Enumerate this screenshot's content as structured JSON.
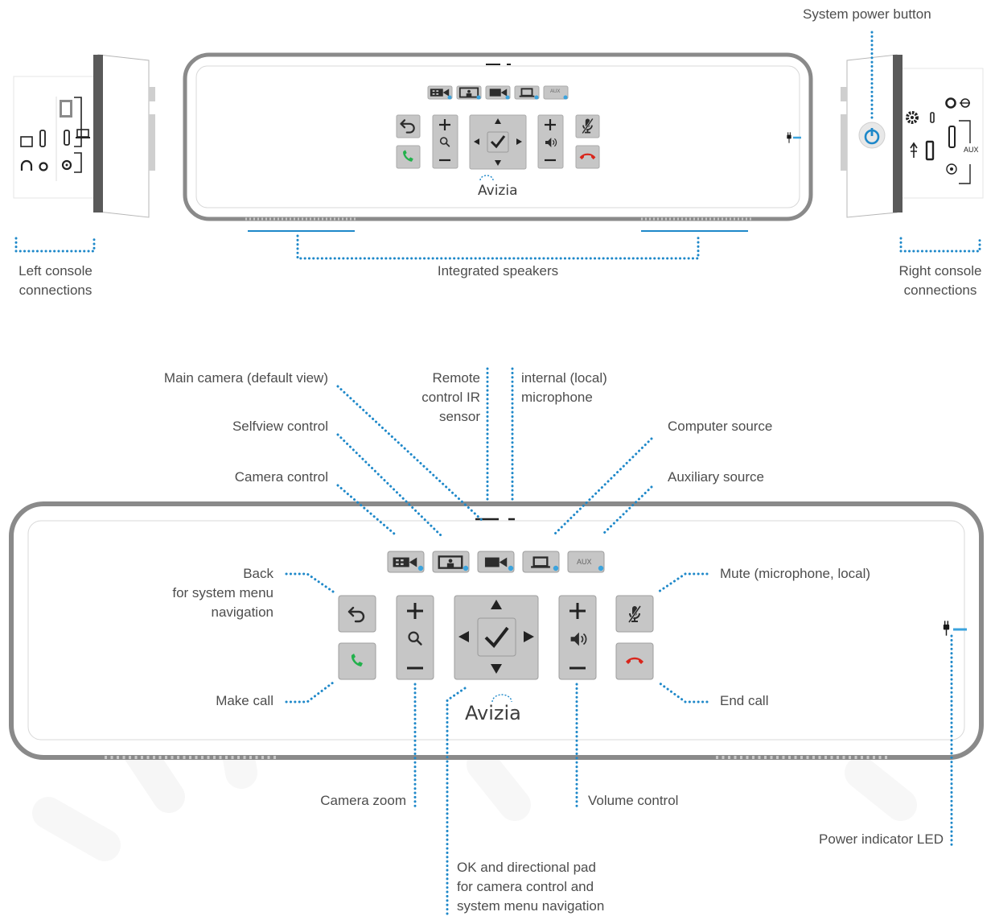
{
  "brand": {
    "logo_text": "Avizia"
  },
  "top_labels": {
    "power_button": "System power button",
    "left_console": "Left console\nconnections",
    "speakers": "Integrated speakers",
    "right_console": "Right console\nconnections",
    "aux_port": "AUX"
  },
  "callouts": {
    "main_camera": "Main camera (default view)",
    "selfview": "Selfview control",
    "camera_control": "Camera control",
    "ir_sensor": "Remote\ncontrol IR\nsensor",
    "microphone": "internal (local)\nmicrophone",
    "computer_source": "Computer source",
    "auxiliary_source": "Auxiliary source",
    "back": "Back\nfor system menu\nnavigation",
    "mute": "Mute (microphone, local)",
    "make_call": "Make call",
    "end_call": "End call",
    "camera_zoom": "Camera zoom",
    "volume": "Volume control",
    "power_led": "Power indicator LED",
    "dpad": "OK and directional pad\nfor camera control and\nsystem menu navigation"
  },
  "panel_buttons": {
    "aux_label": "AUX"
  },
  "colors": {
    "accent_blue": "#1e88c9",
    "led_blue": "#3ba3dd",
    "call_green": "#22b14c",
    "end_red": "#d9261c",
    "frame_gray": "#808080",
    "button_gray": "#c6c6c6"
  }
}
